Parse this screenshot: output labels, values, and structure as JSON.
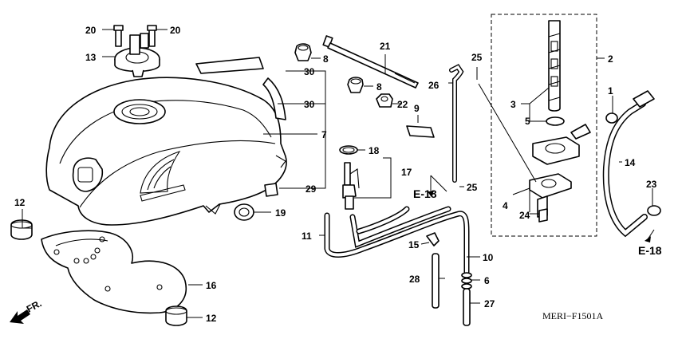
{
  "diagram": {
    "code": "MERI−F1501A",
    "front_label": "FR.",
    "refs": [
      "E-18",
      "E-18"
    ],
    "callouts": [
      {
        "id": "c1",
        "text": "1"
      },
      {
        "id": "c2",
        "text": "2"
      },
      {
        "id": "c3",
        "text": "3"
      },
      {
        "id": "c4",
        "text": "4"
      },
      {
        "id": "c5",
        "text": "5"
      },
      {
        "id": "c6",
        "text": "6"
      },
      {
        "id": "c7",
        "text": "7"
      },
      {
        "id": "c8a",
        "text": "8"
      },
      {
        "id": "c8b",
        "text": "8"
      },
      {
        "id": "c9",
        "text": "9"
      },
      {
        "id": "c10",
        "text": "10"
      },
      {
        "id": "c11",
        "text": "11"
      },
      {
        "id": "c12a",
        "text": "12"
      },
      {
        "id": "c12b",
        "text": "12"
      },
      {
        "id": "c13",
        "text": "13"
      },
      {
        "id": "c14",
        "text": "14"
      },
      {
        "id": "c15",
        "text": "15"
      },
      {
        "id": "c16",
        "text": "16"
      },
      {
        "id": "c17",
        "text": "17"
      },
      {
        "id": "c18",
        "text": "18"
      },
      {
        "id": "c19",
        "text": "19"
      },
      {
        "id": "c20a",
        "text": "20"
      },
      {
        "id": "c20b",
        "text": "20"
      },
      {
        "id": "c21",
        "text": "21"
      },
      {
        "id": "c22",
        "text": "22"
      },
      {
        "id": "c23",
        "text": "23"
      },
      {
        "id": "c24",
        "text": "24"
      },
      {
        "id": "c25a",
        "text": "25"
      },
      {
        "id": "c25b",
        "text": "25"
      },
      {
        "id": "c26",
        "text": "26"
      },
      {
        "id": "c27",
        "text": "27"
      },
      {
        "id": "c28",
        "text": "28"
      },
      {
        "id": "c29",
        "text": "29"
      },
      {
        "id": "c30a",
        "text": "30"
      },
      {
        "id": "c30b",
        "text": "30"
      }
    ],
    "colors": {
      "line": "#000000",
      "background": "#ffffff"
    }
  }
}
